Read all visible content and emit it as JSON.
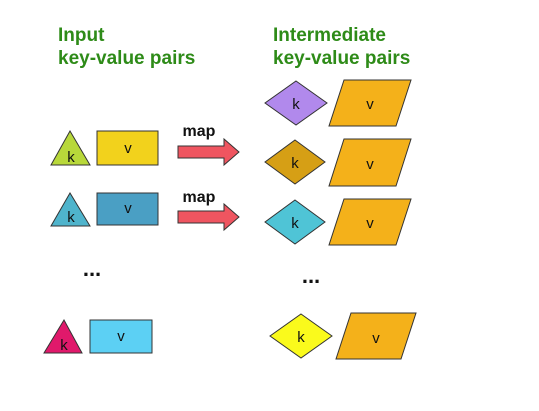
{
  "headings": {
    "input": [
      "Input",
      "key-value pairs"
    ],
    "intermediate": [
      "Intermediate",
      "key-value pairs"
    ]
  },
  "input_pairs": [
    {
      "key": "k",
      "value": "v",
      "key_color": "#b8d83a",
      "value_color": "#f2d21c"
    },
    {
      "key": "k",
      "value": "v",
      "key_color": "#4fb4cc",
      "value_color": "#4a9fc4"
    },
    {
      "key": "k",
      "value": "v",
      "key_color": "#e0196b",
      "value_color": "#5cd0f4"
    }
  ],
  "map_arrows": [
    {
      "label": "map",
      "color": "#ef5560"
    },
    {
      "label": "map",
      "color": "#ef5560"
    }
  ],
  "intermediate_pairs": [
    {
      "key": "k",
      "value": "v",
      "key_color": "#b189ec",
      "value_color": "#f4b11a"
    },
    {
      "key": "k",
      "value": "v",
      "key_color": "#d69f15",
      "value_color": "#f4b11a"
    },
    {
      "key": "k",
      "value": "v",
      "key_color": "#4fc4d6",
      "value_color": "#f4b11a"
    },
    {
      "key": "k",
      "value": "v",
      "key_color": "#fafa1c",
      "value_color": "#f4b11a"
    }
  ],
  "ellipsis": [
    "...",
    "..."
  ],
  "colors": {
    "heading": "#2e8b18",
    "outline": "#333333"
  }
}
